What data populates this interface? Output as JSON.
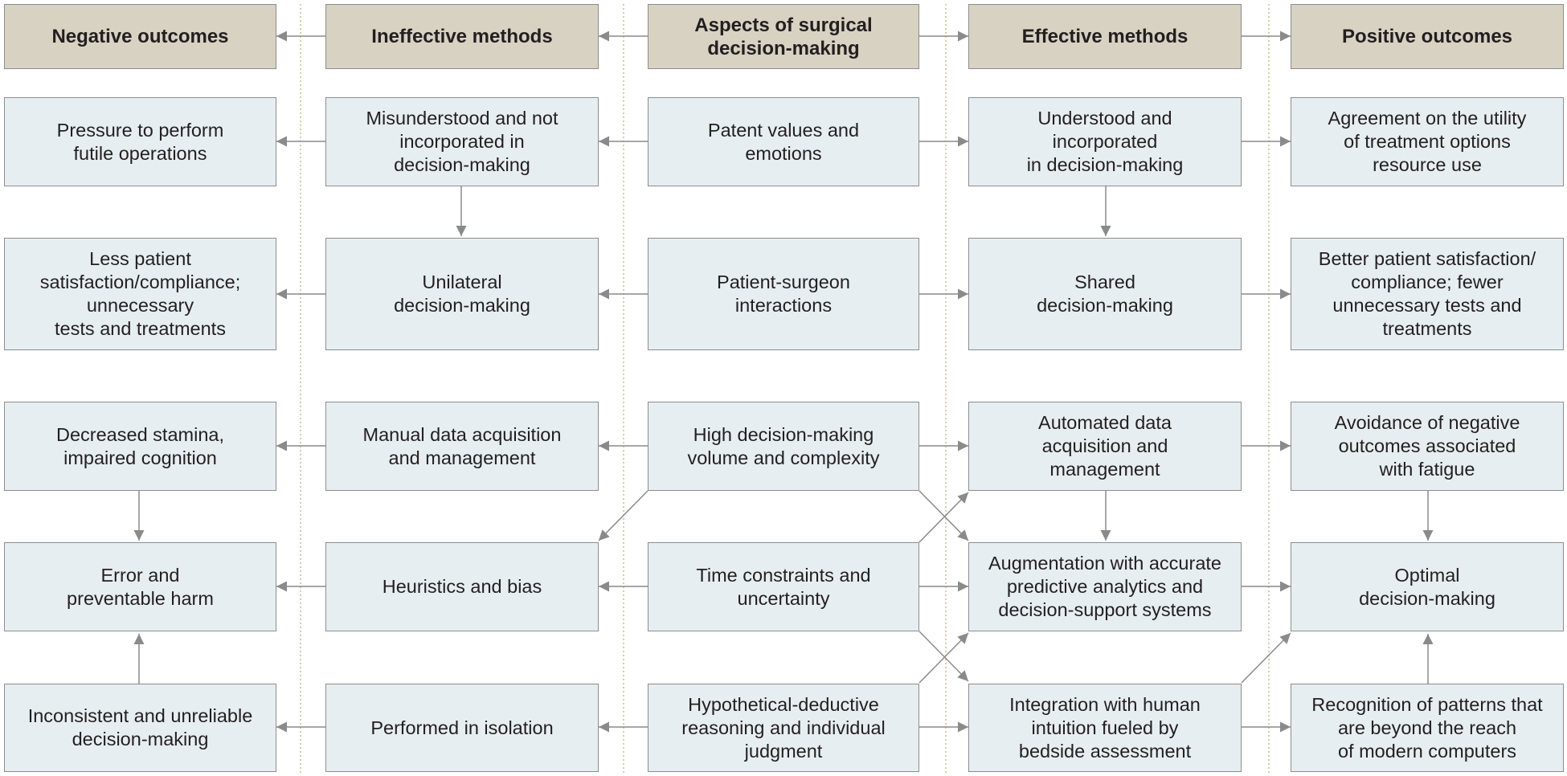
{
  "colors": {
    "header_fill": "#d8d2c3",
    "box_fill": "#e7eef2",
    "border": "#8d8d8d",
    "arrow": "#8a8a8a",
    "divider": "#c9bf8e",
    "text": "#231f20"
  },
  "headers": {
    "negative": "Negative outcomes",
    "ineffective": "Ineffective methods",
    "aspects": "Aspects of surgical\ndecision-making",
    "effective": "Effective methods",
    "positive": "Positive outcomes"
  },
  "negative": [
    "Pressure to perform\nfutile operations",
    "Less patient\nsatisfaction/compliance;\nunnecessary\ntests and treatments",
    "Decreased stamina,\nimpaired cognition",
    "Error and\npreventable harm",
    "Inconsistent and unreliable\ndecision-making"
  ],
  "ineffective": [
    "Misunderstood and not\nincorporated in\ndecision-making",
    "Unilateral\ndecision-making",
    "Manual data acquisition\nand management",
    "Heuristics and bias",
    "Performed in isolation"
  ],
  "aspects": [
    "Patent values and\nemotions",
    "Patient-surgeon\ninteractions",
    "High decision-making\nvolume and complexity",
    "Time constraints and\nuncertainty",
    "Hypothetical-deductive\nreasoning and individual\njudgment"
  ],
  "effective": [
    "Understood and\nincorporated\nin decision-making",
    "Shared\ndecision-making",
    "Automated data\nacquisition and\nmanagement",
    "Augmentation with accurate\npredictive analytics and\ndecision-support systems",
    "Integration with human\nintuition fueled by\nbedside assessment"
  ],
  "positive": [
    "Agreement on the utility\nof treatment options\nresource use",
    "Better patient satisfaction/\ncompliance; fewer\nunnecessary tests and\ntreatments",
    "Avoidance of negative\noutcomes associated\nwith fatigue",
    "Optimal\ndecision-making",
    "Recognition of patterns that\nare beyond the reach\nof modern computers"
  ]
}
